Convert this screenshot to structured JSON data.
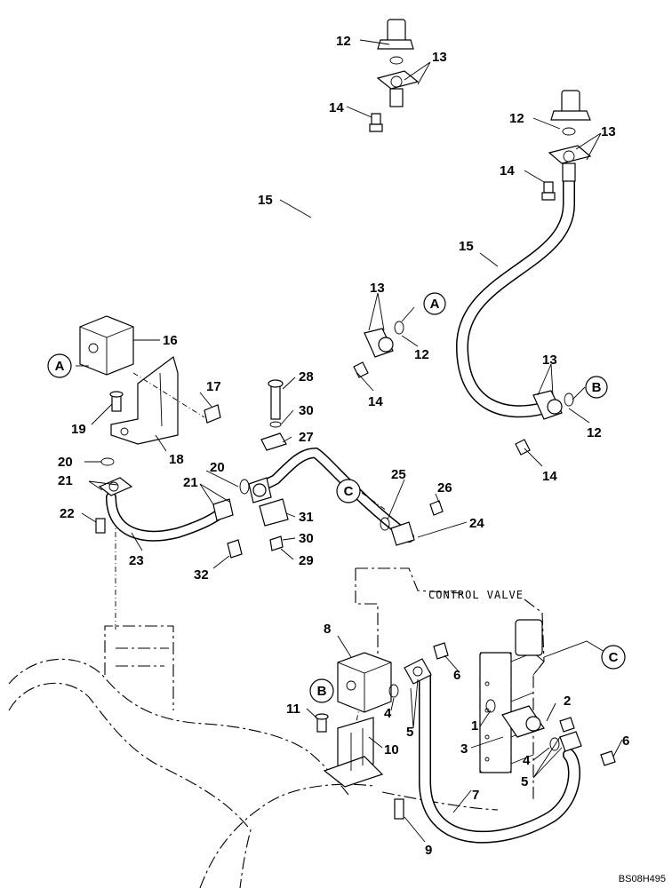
{
  "drawing_code": "BS08H495",
  "control_valve_label": "CONTROL VALVE",
  "view_refs": {
    "a": "A",
    "b": "B",
    "c": "C"
  },
  "callouts": {
    "n1": "1",
    "n2": "2",
    "n3": "3",
    "n4": "4",
    "n5": "5",
    "n6": "6",
    "n7": "7",
    "n8": "8",
    "n9": "9",
    "n10": "10",
    "n11": "11",
    "n12": "12",
    "n13": "13",
    "n14": "14",
    "n15": "15",
    "n16": "16",
    "n17": "17",
    "n18": "18",
    "n19": "19",
    "n20": "20",
    "n21": "21",
    "n22": "22",
    "n23": "23",
    "n24": "24",
    "n25": "25",
    "n26": "26",
    "n27": "27",
    "n28": "28",
    "n29": "29",
    "n30": "30",
    "n31": "31",
    "n32": "32"
  }
}
